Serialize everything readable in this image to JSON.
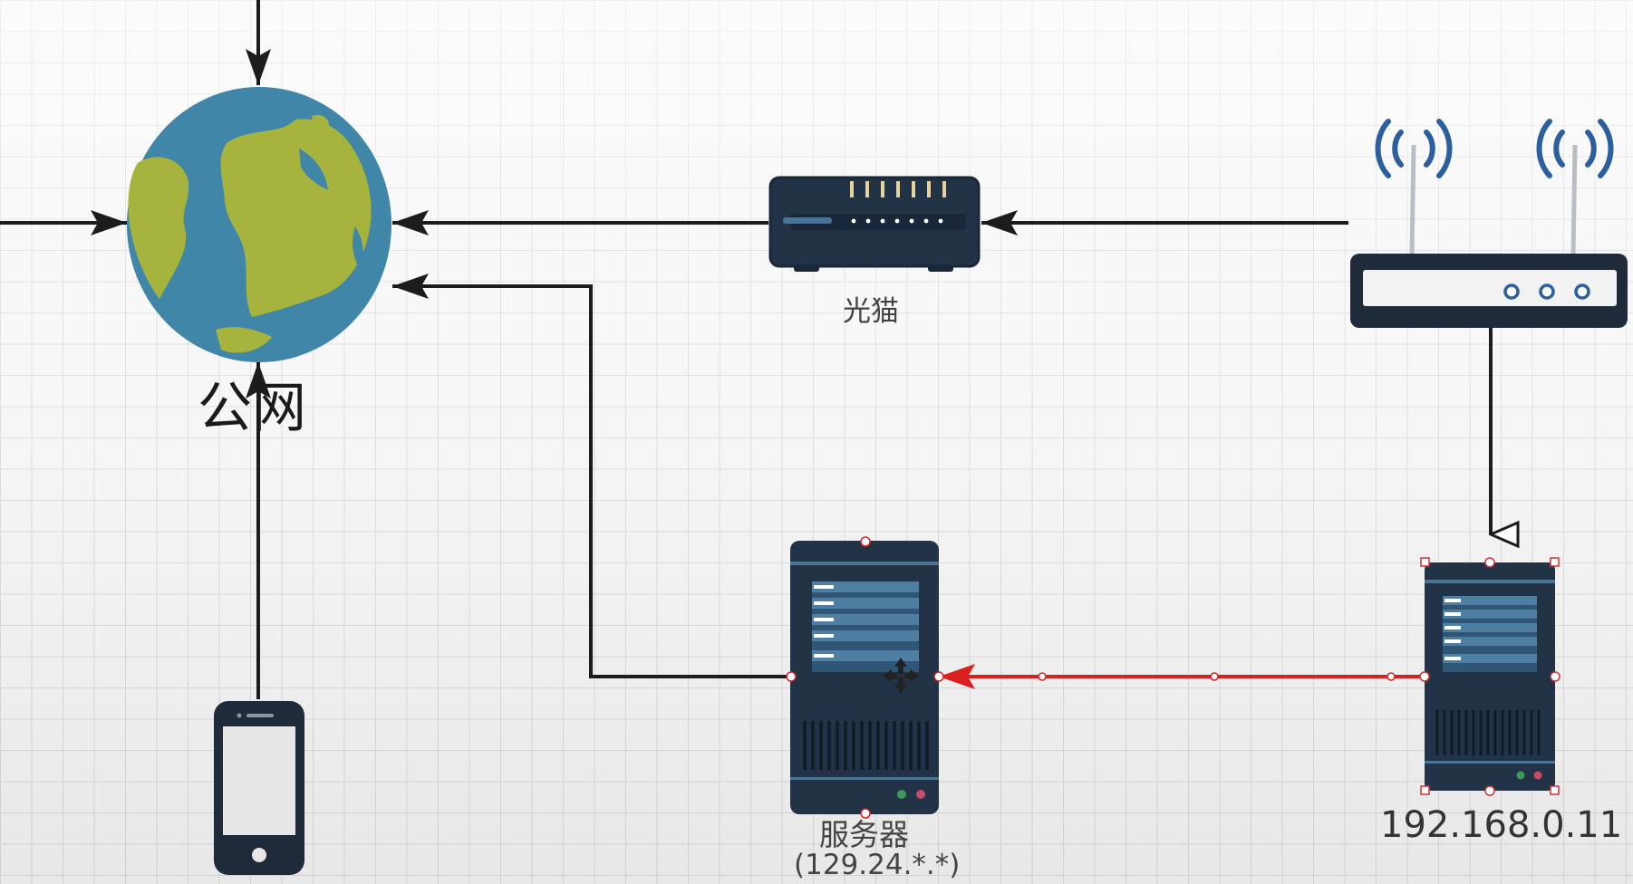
{
  "labels": {
    "internet": "公网",
    "modem": "光猫",
    "server": "服务器",
    "server_ip": "(129.24.*.*)",
    "local_server_ip": "192.168.0.11"
  },
  "nodes": [
    {
      "id": "internet",
      "icon": "globe-icon",
      "label": "公网"
    },
    {
      "id": "modem",
      "icon": "optical-modem-icon",
      "label": "光猫"
    },
    {
      "id": "router",
      "icon": "wifi-router-icon"
    },
    {
      "id": "phone",
      "icon": "smartphone-icon"
    },
    {
      "id": "server",
      "icon": "server-icon",
      "label": "服务器 (129.24.*.*)"
    },
    {
      "id": "local-server",
      "icon": "server-icon",
      "label": "192.168.0.11",
      "selected": true
    }
  ],
  "edges": [
    {
      "from": "modem",
      "to": "internet"
    },
    {
      "from": "router",
      "to": "modem"
    },
    {
      "from": "router",
      "to": "local-server"
    },
    {
      "from": "phone",
      "to": "internet"
    },
    {
      "from": "server",
      "to": "internet"
    },
    {
      "from": "local-server",
      "to": "server",
      "selected": true
    }
  ],
  "colors": {
    "globe_ocean": "#3f86a8",
    "globe_land": "#a6b43e",
    "device_dark": "#233447",
    "device_panel": "#2f5775",
    "wifi_blue": "#2c5f9e",
    "edge": "#1c1c1c",
    "edge_selected": "#d9201f"
  }
}
